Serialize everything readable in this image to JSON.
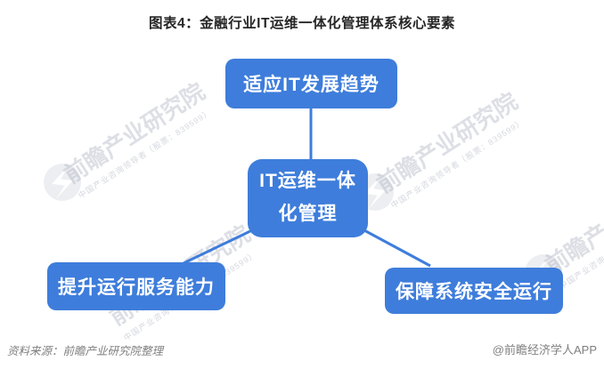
{
  "title": "图表4：金融行业IT运维一体化管理体系核心要素",
  "diagram": {
    "top_node": {
      "label": "适应IT发展趋势"
    },
    "center_node": {
      "label_line1": "IT运维一体",
      "label_line2": "化管理"
    },
    "bottom_left_node": {
      "label": "提升运行服务能力"
    },
    "bottom_right_node": {
      "label": "保障系统安全运行"
    }
  },
  "watermark": {
    "brand": "前瞻产业研究院",
    "tagline": "中国产业咨询领导者（股票：839599）"
  },
  "footer": {
    "source": "资料来源：前瞻产业研究院整理",
    "credit": "@前瞻经济学人APP"
  },
  "colors": {
    "node_blue": "#3E7DDB",
    "connector_blue": "#3E7DDB",
    "title_text": "#262626",
    "footer_text": "#7F7F7F",
    "watermark_gray": "#ADB2C0"
  }
}
